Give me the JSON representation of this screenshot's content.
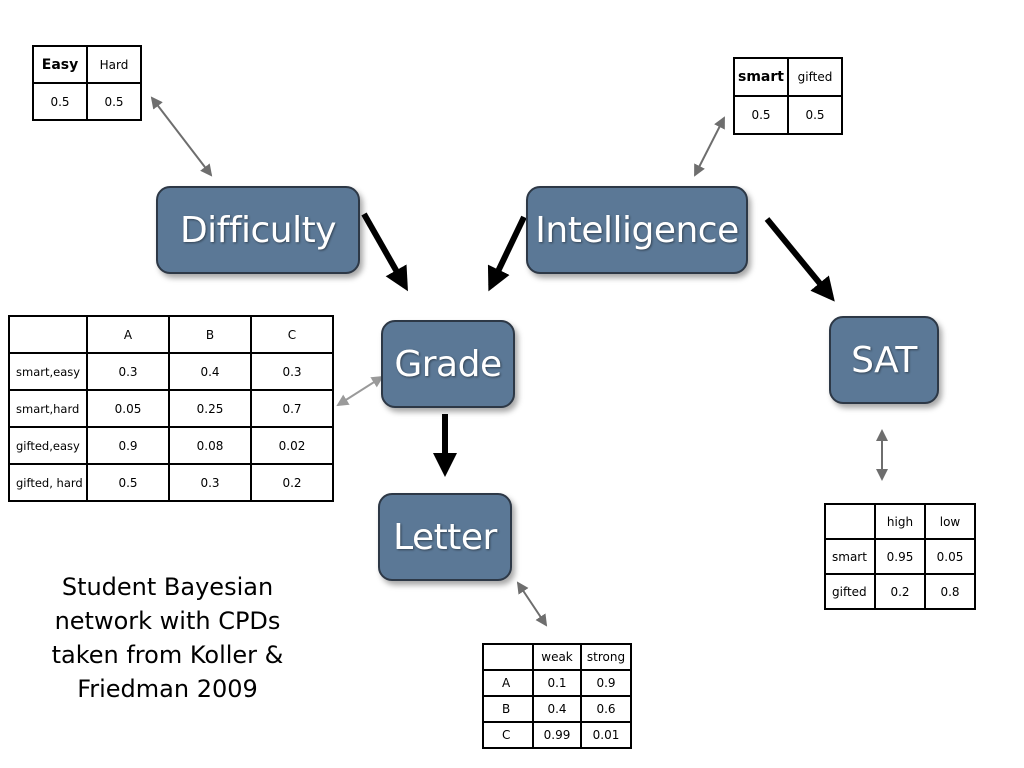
{
  "nodes": {
    "difficulty": "Difficulty",
    "intelligence": "Intelligence",
    "grade": "Grade",
    "sat": "SAT",
    "letter": "Letter"
  },
  "cpds": {
    "difficulty": {
      "headers": [
        "Easy",
        "Hard"
      ],
      "values": [
        "0.5",
        "0.5"
      ]
    },
    "intelligence": {
      "headers": [
        "smart",
        "gifted"
      ],
      "values": [
        "0.5",
        "0.5"
      ]
    },
    "grade": {
      "headers": [
        "",
        "A",
        "B",
        "C"
      ],
      "rows": [
        [
          "smart,easy",
          "0.3",
          "0.4",
          "0.3"
        ],
        [
          "smart,hard",
          "0.05",
          "0.25",
          "0.7"
        ],
        [
          "gifted,easy",
          "0.9",
          "0.08",
          "0.02"
        ],
        [
          "gifted, hard",
          "0.5",
          "0.3",
          "0.2"
        ]
      ]
    },
    "sat": {
      "headers": [
        "",
        "high",
        "low"
      ],
      "rows": [
        [
          "smart",
          "0.95",
          "0.05"
        ],
        [
          "gifted",
          "0.2",
          "0.8"
        ]
      ]
    },
    "letter": {
      "headers": [
        "",
        "weak",
        "strong"
      ],
      "rows": [
        [
          "A",
          "0.1",
          "0.9"
        ],
        [
          "B",
          "0.4",
          "0.6"
        ],
        [
          "C",
          "0.99",
          "0.01"
        ]
      ]
    }
  },
  "caption": {
    "line1": "Student Bayesian",
    "line2": "network with CPDs",
    "line3": "taken from  Koller &",
    "line4": "Friedman 2009"
  },
  "colors": {
    "node_fill": "#5b7896",
    "node_border": "#2d3846",
    "edge": "#000000",
    "link_arrow": "#707070"
  }
}
